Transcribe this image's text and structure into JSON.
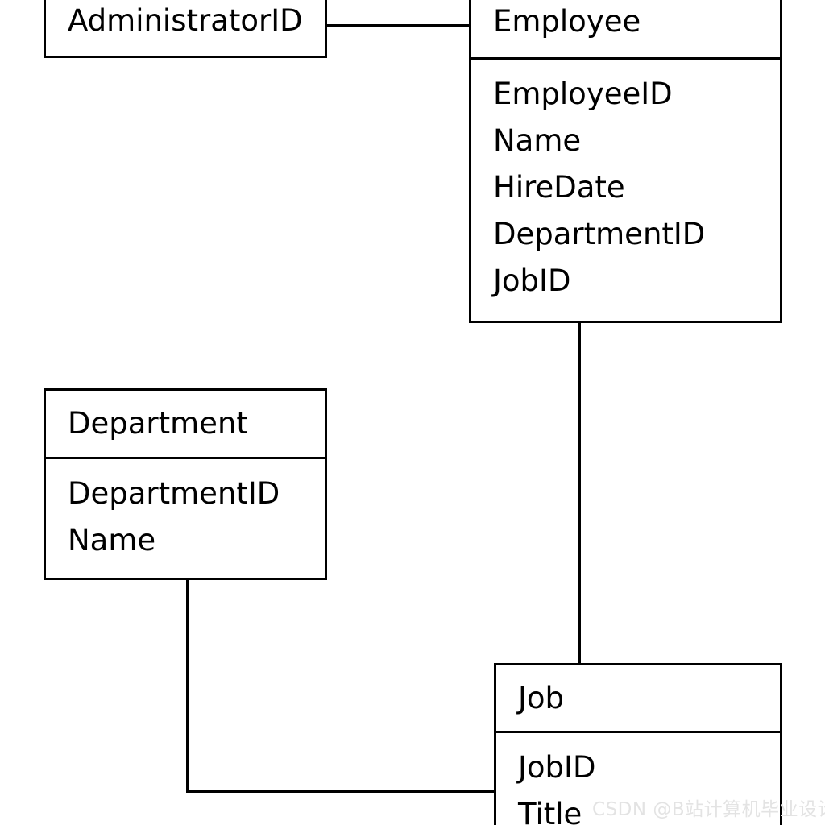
{
  "diagram": {
    "type": "entity-relationship-diagram",
    "background_color": "#ffffff",
    "line_color": "#000000",
    "text_color": "#000000"
  },
  "entities": {
    "administrator": {
      "title": "AdministratorID",
      "attributes": []
    },
    "employee": {
      "title": "Employee",
      "attributes": [
        "EmployeeID",
        "Name",
        "HireDate",
        "DepartmentID",
        "JobID"
      ]
    },
    "department": {
      "title": "Department",
      "attributes": [
        "DepartmentID",
        "Name"
      ]
    },
    "job": {
      "title": "Job",
      "attributes": [
        "JobID",
        "Title"
      ]
    }
  },
  "watermark": {
    "text": "CSDN @B站计算机毕业设计大学",
    "color": "#e3e3e3"
  }
}
